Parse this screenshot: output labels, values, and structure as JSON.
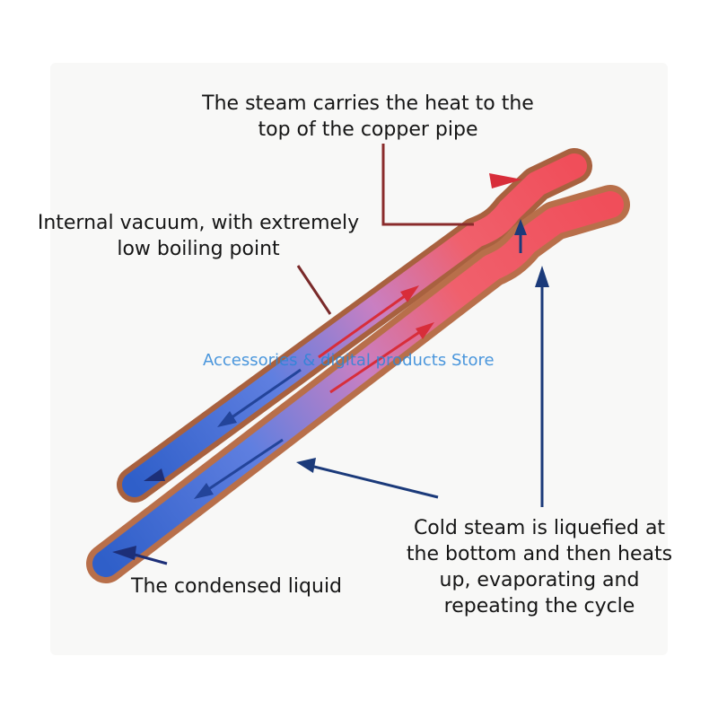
{
  "labels": {
    "steam_top": "The steam carries the heat to the top of the copper pipe",
    "steam_top_line1": "The steam carries the heat to the",
    "steam_top_line2": "top of the copper pipe",
    "vacuum_line1": "Internal vacuum, with extremely",
    "vacuum_line2": "low boiling point",
    "cold_line1": "Cold steam is liquefied at",
    "cold_line2": "the bottom and then heats",
    "cold_line3": "up, evaporating and",
    "cold_line4": "repeating the cycle",
    "condensed_liquid": "The condensed liquid"
  },
  "watermark": "Accessories & digital products Store",
  "colors": {
    "copper": "#b86f4a",
    "copper_dark": "#8e5136",
    "hot": "#f0505e",
    "cold": "#2f5fc9",
    "arrow_navy": "#1b3a7a",
    "leader_line": "#8a2b2b",
    "watermark": "#2c86d8"
  }
}
